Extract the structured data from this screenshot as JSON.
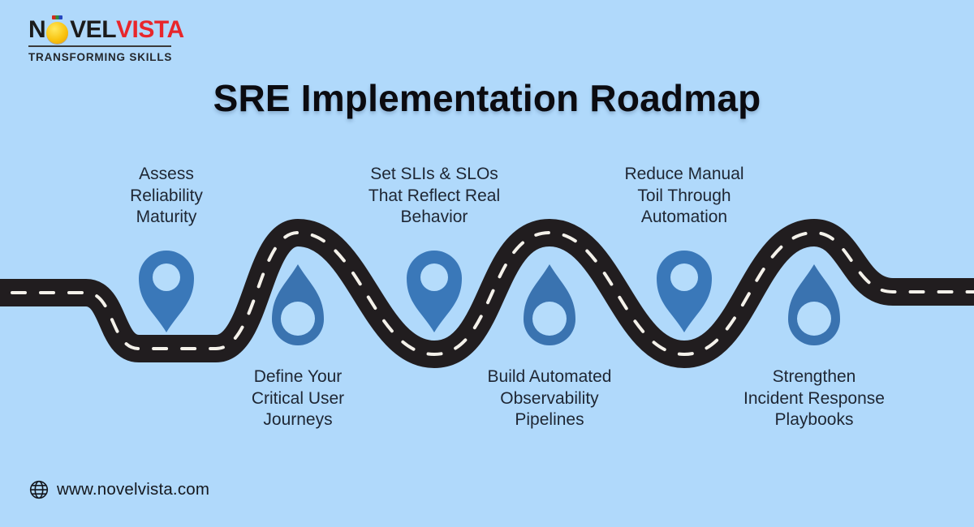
{
  "title": "SRE Implementation Roadmap",
  "logo": {
    "text_n": "N",
    "bulb_icon": "lightbulb-o-icon",
    "text_vel": "VEL",
    "text_vista": "VISTA",
    "tagline": "TRANSFORMING SKILLS"
  },
  "steps": [
    {
      "position": "top",
      "lines": [
        "Assess",
        "Reliability",
        "Maturity"
      ]
    },
    {
      "position": "bottom",
      "lines": [
        "Define Your",
        "Critical User",
        "Journeys"
      ]
    },
    {
      "position": "top",
      "lines": [
        "Set SLIs & SLOs",
        "That Reflect Real",
        "Behavior"
      ]
    },
    {
      "position": "bottom",
      "lines": [
        "Build Automated",
        "Observability",
        "Pipelines"
      ]
    },
    {
      "position": "top",
      "lines": [
        "Reduce Manual",
        "Toil Through",
        "Automation"
      ]
    },
    {
      "position": "bottom",
      "lines": [
        "Strengthen",
        "Incident Response",
        "Playbooks"
      ]
    }
  ],
  "footer": {
    "icon": "globe-icon",
    "website": "www.novelvista.com"
  },
  "colors": {
    "background": "#b0d9fb",
    "road": "#211d1f",
    "road_dash": "#f4f1ea",
    "pin_top": "#3a78b9",
    "pin_bottom": "#3a73b0",
    "pin_hole": "#b5dcfb",
    "label_text": "#1e2633",
    "title_text": "#0b0b10",
    "logo_red": "#e8262b",
    "logo_dark": "#1b1b1b",
    "logo_bulb_yellow": "#f9c411"
  }
}
